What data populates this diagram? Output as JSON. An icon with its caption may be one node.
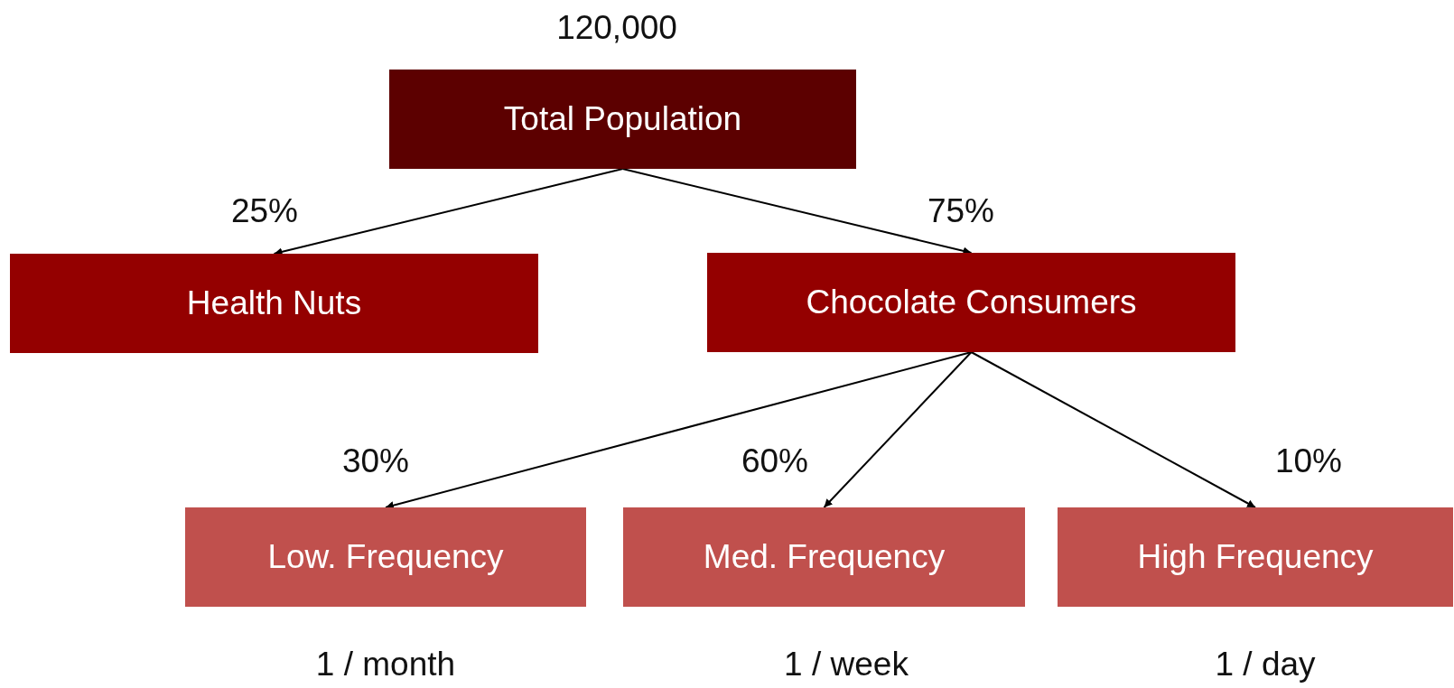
{
  "diagram": {
    "nodes": [
      {
        "text": [
          "Total Population"
        ],
        "beside": [
          "120,000"
        ]
      },
      {
        "text": [
          "Health Nuts"
        ]
      },
      {
        "text": [
          "Chocolate Consumers"
        ]
      },
      {
        "text": [
          "Low. Frequency"
        ],
        "beside": [
          "1 / month"
        ]
      },
      {
        "text": [
          "Med. Frequency"
        ],
        "beside": [
          "1 / week"
        ]
      },
      {
        "text": [
          "High Frequency"
        ],
        "beside": [
          "1 / day"
        ]
      }
    ],
    "edges": [
      {
        "from": 0,
        "to": 1,
        "arrow": "to",
        "label": "25%"
      },
      {
        "from": 0,
        "to": 2,
        "arrow": "to",
        "label": "75%"
      },
      {
        "from": 2,
        "to": 3,
        "arrow": "to",
        "label": "30%"
      },
      {
        "from": 2,
        "to": 4,
        "arrow": "to",
        "label": "60%"
      },
      {
        "from": 2,
        "to": 5,
        "arrow": "to",
        "label": "10%"
      }
    ]
  }
}
